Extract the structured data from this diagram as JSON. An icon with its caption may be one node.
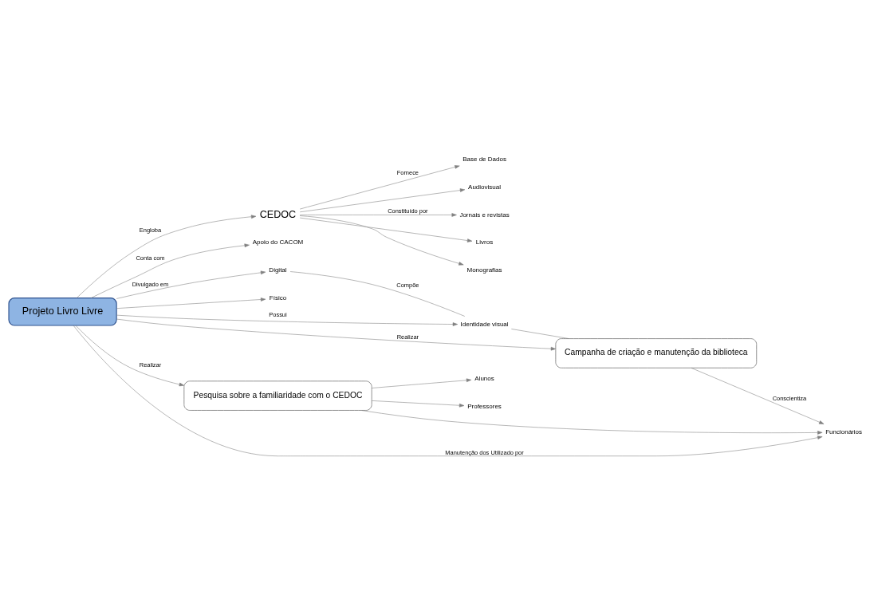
{
  "diagram": {
    "nodes": [
      {
        "text": [
          "Projeto Livro Livre"
        ]
      },
      {
        "text": [
          "CEDOC"
        ]
      },
      {
        "text": [
          "Base de Dados"
        ]
      },
      {
        "text": [
          "Audiovisual"
        ]
      },
      {
        "text": [
          "Jornais e revistas"
        ]
      },
      {
        "text": [
          "Livros"
        ]
      },
      {
        "text": [
          "Monografias"
        ]
      },
      {
        "text": [
          "Apoio do CACOM"
        ]
      },
      {
        "text": [
          "Digital"
        ]
      },
      {
        "text": [
          "Físico"
        ]
      },
      {
        "text": [
          "Identidade visual"
        ]
      },
      {
        "text": [
          "Campanha de criação e manutenção da biblioteca"
        ]
      },
      {
        "text": [
          "Pesquisa sobre a familiaridade com o CEDOC"
        ]
      },
      {
        "text": [
          "Alunos"
        ]
      },
      {
        "text": [
          "Professores"
        ]
      },
      {
        "text": [
          "Funcionários"
        ]
      }
    ],
    "edges": [
      {
        "from": 0,
        "to": 1,
        "arrow": "to",
        "label": "Engloba"
      },
      {
        "from": 1,
        "to": 2,
        "arrow": "to",
        "label": "Fornece"
      },
      {
        "from": 1,
        "to": 3,
        "arrow": "to"
      },
      {
        "from": 1,
        "to": 4,
        "arrow": "to",
        "label": "Constituído por"
      },
      {
        "from": 1,
        "to": 5,
        "arrow": "to"
      },
      {
        "from": 1,
        "to": 6,
        "arrow": "to"
      },
      {
        "from": 0,
        "to": 7,
        "arrow": "to",
        "label": "Conta com"
      },
      {
        "from": 0,
        "to": 8,
        "arrow": "to",
        "label": "Divulgado em"
      },
      {
        "from": 0,
        "to": 9,
        "arrow": "to"
      },
      {
        "from": 0,
        "to": 10,
        "arrow": "to",
        "label": "Possui"
      },
      {
        "from": 0,
        "to": 11,
        "arrow": "to",
        "label": "Realizar"
      },
      {
        "from": 0,
        "to": 12,
        "arrow": "to",
        "label": "Realizar"
      },
      {
        "from": 0,
        "to": 15,
        "arrow": "to",
        "label": "Manutenção dos Utilizado por"
      },
      {
        "from": 12,
        "to": 13,
        "arrow": "to"
      },
      {
        "from": 12,
        "to": 14,
        "arrow": "to"
      },
      {
        "from": 12,
        "to": 15,
        "arrow": "to"
      },
      {
        "from": 11,
        "to": 15,
        "arrow": "to",
        "label": "Conscientiza"
      },
      {
        "from": 8,
        "to": 10,
        "arrow": "none",
        "label": "Compõe"
      },
      {
        "from": 10,
        "to": 11,
        "arrow": "none"
      }
    ]
  }
}
